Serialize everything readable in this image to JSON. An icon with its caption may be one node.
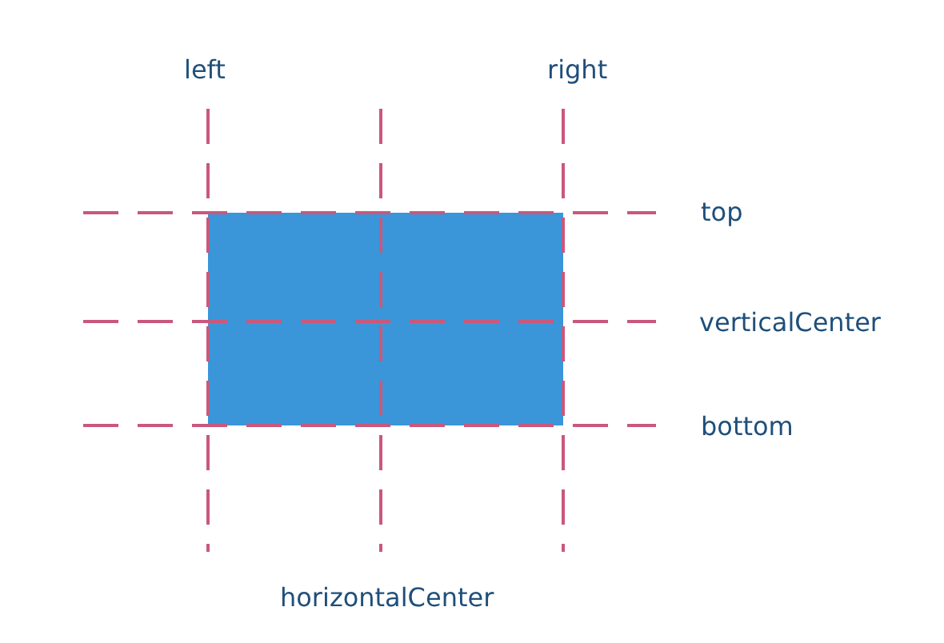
{
  "diagram": {
    "nodes": [
      {
        "text": [],
        "shape": "box"
      }
    ],
    "labels": [
      "left",
      "right",
      "top",
      "verticalCenter",
      "bottom",
      "horizontalCenter"
    ]
  }
}
